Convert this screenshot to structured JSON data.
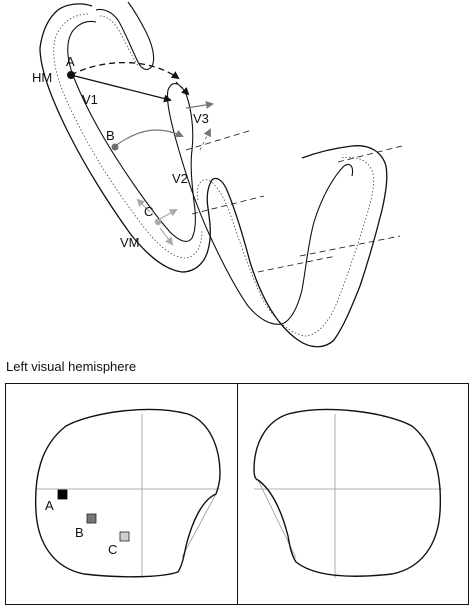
{
  "cortex_diagram": {
    "labels": {
      "hm": "HM",
      "v1": "V1",
      "v2": "V2",
      "v3": "V3",
      "vm": "VM",
      "point_a": "A",
      "point_b": "B",
      "point_c": "C"
    },
    "colors": {
      "outline": "#111111",
      "point_a": "#111111",
      "point_b": "#6f6f6f",
      "point_c": "#aaaaaa"
    }
  },
  "caption": "Left visual hemisphere",
  "visual_field": {
    "labels": {
      "a": "A",
      "b": "B",
      "c": "C"
    },
    "colors": {
      "square_a": "#000000",
      "square_b": "#777777",
      "square_c": "#cfcfcf"
    }
  }
}
